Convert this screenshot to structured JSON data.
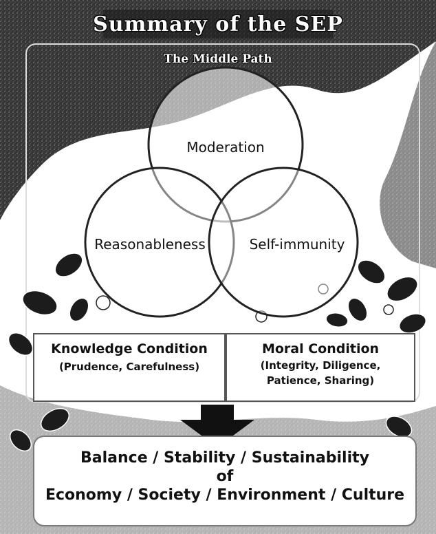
{
  "header": {
    "title": "Summary of the SEP",
    "subtitle": "The Middle Path"
  },
  "circles": [
    {
      "key": "top",
      "label": "Moderation"
    },
    {
      "key": "left",
      "label": "Reasonableness"
    },
    {
      "key": "right",
      "label": "Self-immunity"
    }
  ],
  "conditions": {
    "knowledge": {
      "title": "Knowledge Condition",
      "detail": "(Prudence, Carefulness)"
    },
    "moral": {
      "title": "Moral Condition",
      "detail_line1": "(Integrity, Diligence,",
      "detail_line2": "Patience, Sharing)"
    }
  },
  "outcome": {
    "line1": "Balance / Stability / Sustainability",
    "connector": "of",
    "line2": "Economy / Society / Environment / Culture"
  },
  "colors": {
    "background_dark": "#1a1a1a",
    "circle_stroke": "#222222",
    "box_border": "#555555"
  }
}
